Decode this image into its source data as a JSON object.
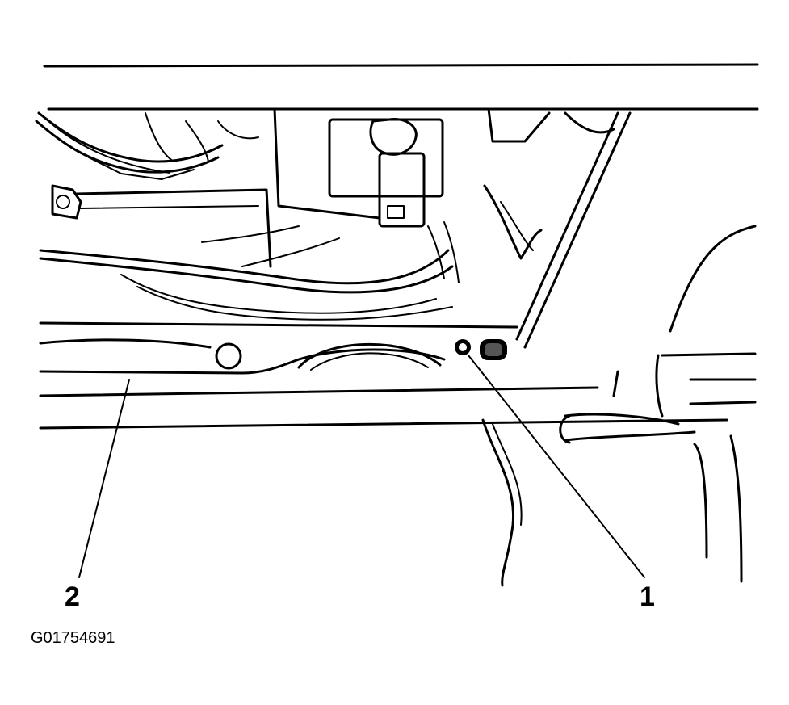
{
  "figure": {
    "callouts": [
      {
        "id": "1",
        "label": "1"
      },
      {
        "id": "2",
        "label": "2"
      }
    ],
    "figure_id": "G01754691"
  }
}
